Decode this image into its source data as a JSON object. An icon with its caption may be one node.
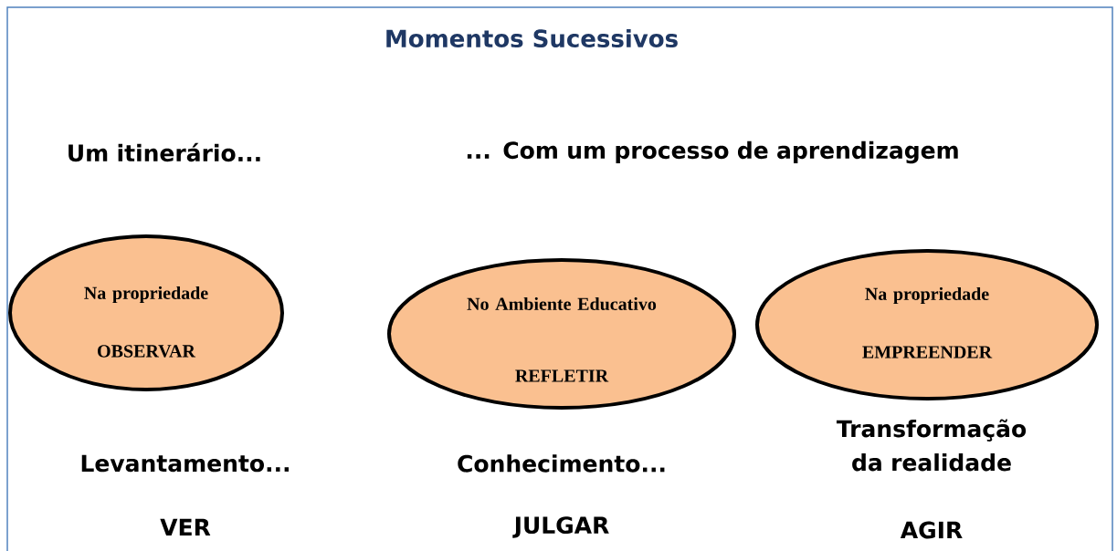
{
  "diagram": {
    "title": "Momentos Sucessivos",
    "nodes": [
      {
        "text": [
          "Na propriedade",
          "OBSERVAR"
        ]
      },
      {
        "text": [
          "No Ambiente Educativo",
          "REFLETIR"
        ]
      },
      {
        "text": [
          "Na propriedade",
          "EMPREENDER"
        ]
      }
    ],
    "edges": [],
    "labels": [
      "Um itinerário...",
      "... Com um processo de aprendizagem",
      "Levantamento...",
      "Conhecimento...",
      "Transformação da realidade",
      "VER",
      "JULGAR",
      "AGIR"
    ]
  }
}
